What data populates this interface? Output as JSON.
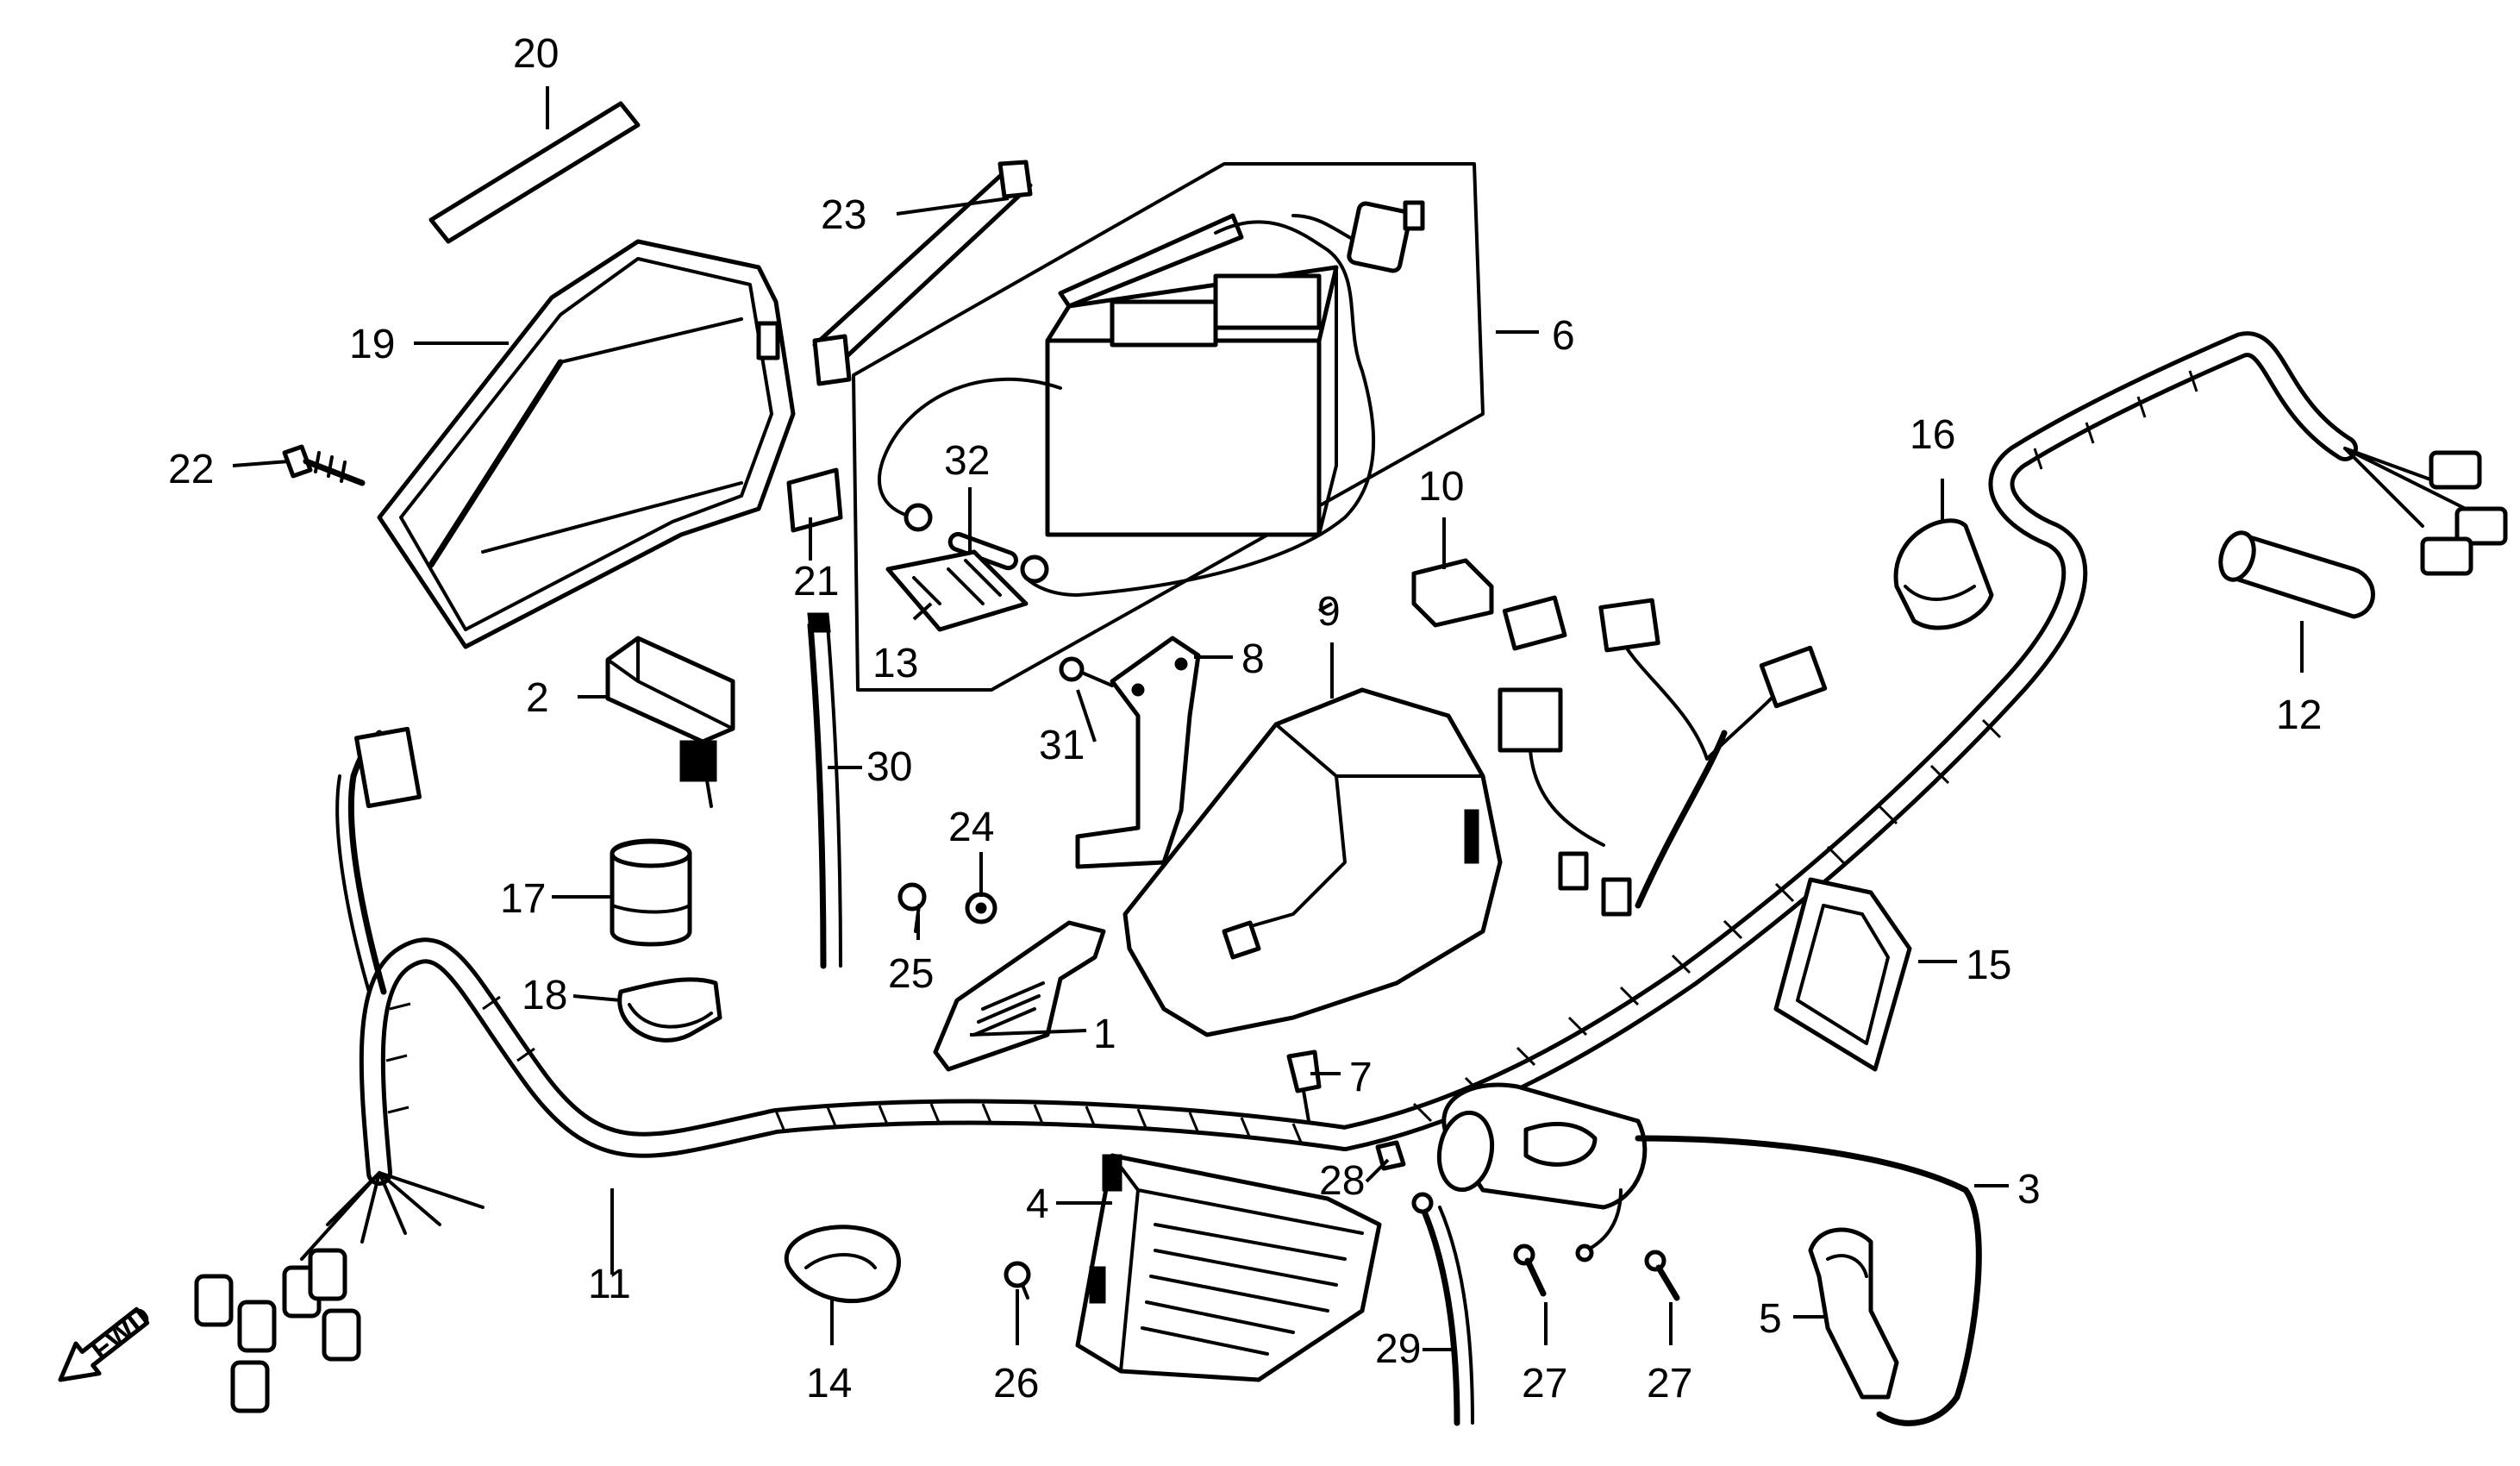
{
  "callouts": {
    "c1": "1",
    "c2": "2",
    "c3": "3",
    "c4": "4",
    "c5": "5",
    "c6": "6",
    "c7": "7",
    "c8": "8",
    "c9": "9",
    "c10": "10",
    "c11": "11",
    "c12": "12",
    "c13": "13",
    "c14": "14",
    "c15": "15",
    "c16": "16",
    "c17": "17",
    "c18": "18",
    "c19": "19",
    "c20": "20",
    "c21": "21",
    "c22": "22",
    "c23": "23",
    "c24": "24",
    "c25": "25",
    "c26": "26",
    "c27a": "27",
    "c27b": "27",
    "c28": "28",
    "c29": "29",
    "c30": "30",
    "c31": "31",
    "c32": "32"
  },
  "direction": {
    "fwd_label": "FWD",
    "icon": "arrow-forward-icon"
  }
}
